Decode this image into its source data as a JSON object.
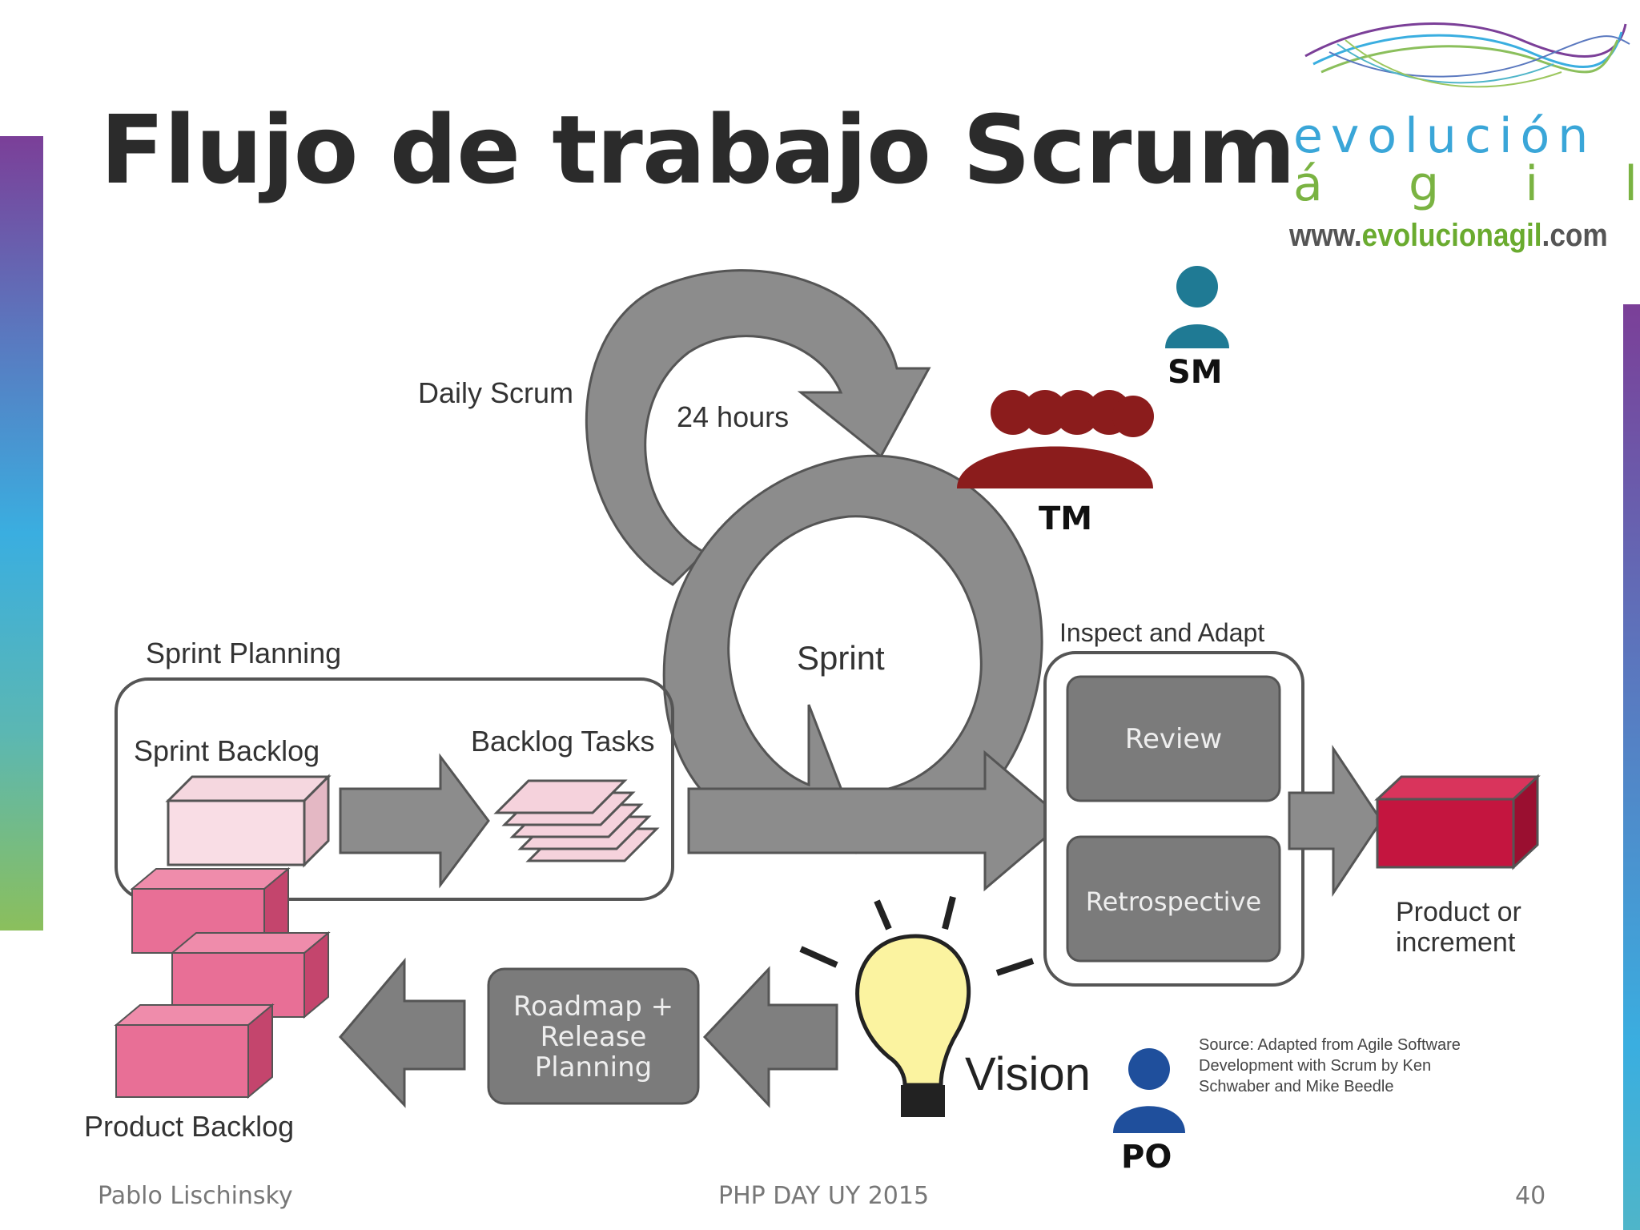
{
  "slide": {
    "title": "Flujo de trabajo Scrum"
  },
  "logo": {
    "line1": "evolución",
    "line2_letters": [
      "á",
      "g",
      "i",
      "l"
    ],
    "url_prefix": "www.",
    "url_brand": "evolucionagil",
    "url_suffix": ".com",
    "colors": {
      "blue": "#3aa6d8",
      "green": "#7ab342"
    }
  },
  "diagram": {
    "daily_scrum": "Daily Scrum",
    "hours": "24 hours",
    "sprint": "Sprint",
    "sprint_planning": "Sprint Planning",
    "sprint_backlog": "Sprint Backlog",
    "backlog_tasks": "Backlog Tasks",
    "inspect_adapt": "Inspect and Adapt",
    "review": "Review",
    "retrospective": "Retrospective",
    "product_increment_1": "Product or",
    "product_increment_2": "increment",
    "roadmap_1": "Roadmap +",
    "roadmap_2": "Release",
    "roadmap_3": "Planning",
    "vision": "Vision",
    "product_backlog": "Product Backlog",
    "source_1": "Source: Adapted from Agile Software",
    "source_2": "Development with Scrum by Ken",
    "source_3": "Schwaber and Mike Beedle"
  },
  "roles": {
    "sm": "SM",
    "tm": "TM",
    "po": "PO",
    "colors": {
      "sm": "#1f7a94",
      "tm": "#8b1c1c",
      "po": "#1f4f9c"
    }
  },
  "footer": {
    "author": "Pablo Lischinsky",
    "event": "PHP DAY UY 2015",
    "page": "40"
  }
}
